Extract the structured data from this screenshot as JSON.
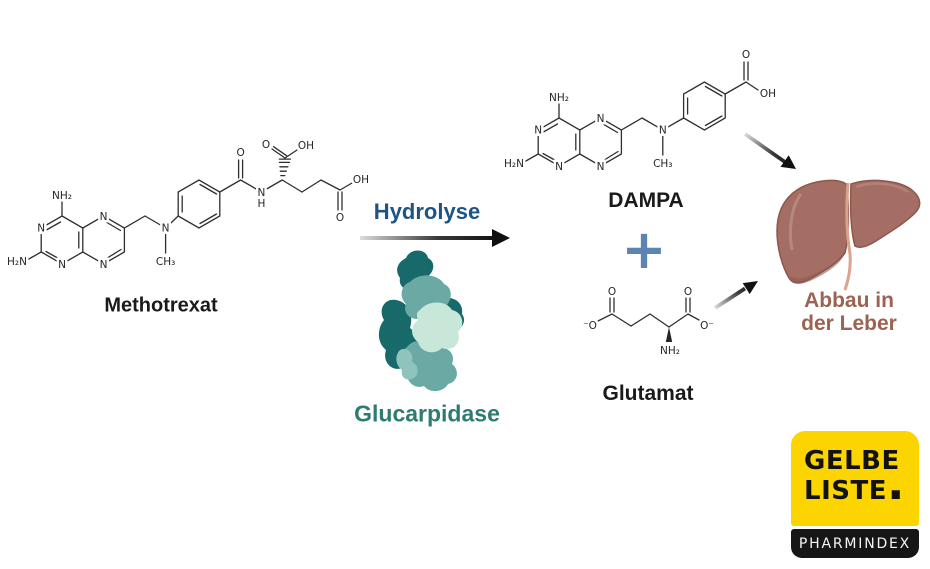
{
  "labels": {
    "methotrexat": "Methotrexat",
    "hydrolyse": "Hydrolyse",
    "glucarpidase": "Glucarpidase",
    "dampa": "DAMPA",
    "plus": "+",
    "glutamat": "Glutamat",
    "abbau_line1": "Abbau in",
    "abbau_line2": "der Leber"
  },
  "atoms": {
    "methotrexat": [
      "NH₂",
      "N",
      "H₂N",
      "N",
      "N",
      "N",
      "N",
      "CH₃",
      "O",
      "N",
      "H",
      "O",
      "OH",
      "OH",
      "O"
    ],
    "dampa": [
      "NH₂",
      "N",
      "H₂N",
      "N",
      "N",
      "N",
      "N",
      "CH₃",
      "O",
      "OH"
    ],
    "glutamat": [
      "O",
      "⁻O",
      "NH₂",
      "O",
      "O⁻"
    ]
  },
  "logo": {
    "word1": "GELBE",
    "word2": "LISTE",
    "dot": ".",
    "tagline": "PHARMINDEX"
  },
  "colors": {
    "hydrolyse_text": "#1d5486",
    "plus_sign": "#5b84b2",
    "glucarpidase_text": "#2e7b72",
    "abbau_text": "#9c6253",
    "liver_fill": "#a56e64",
    "liver_ligament": "#d8a48e",
    "enzyme_dark": "#17696a",
    "enzyme_medium": "#6aa9a4",
    "enzyme_mid_light": "#8ec4bb",
    "enzyme_light": "#c9e7d8",
    "structure_stroke": "#2f2f2f",
    "logo_yellow": "#fcd500",
    "logo_black": "#161616"
  }
}
